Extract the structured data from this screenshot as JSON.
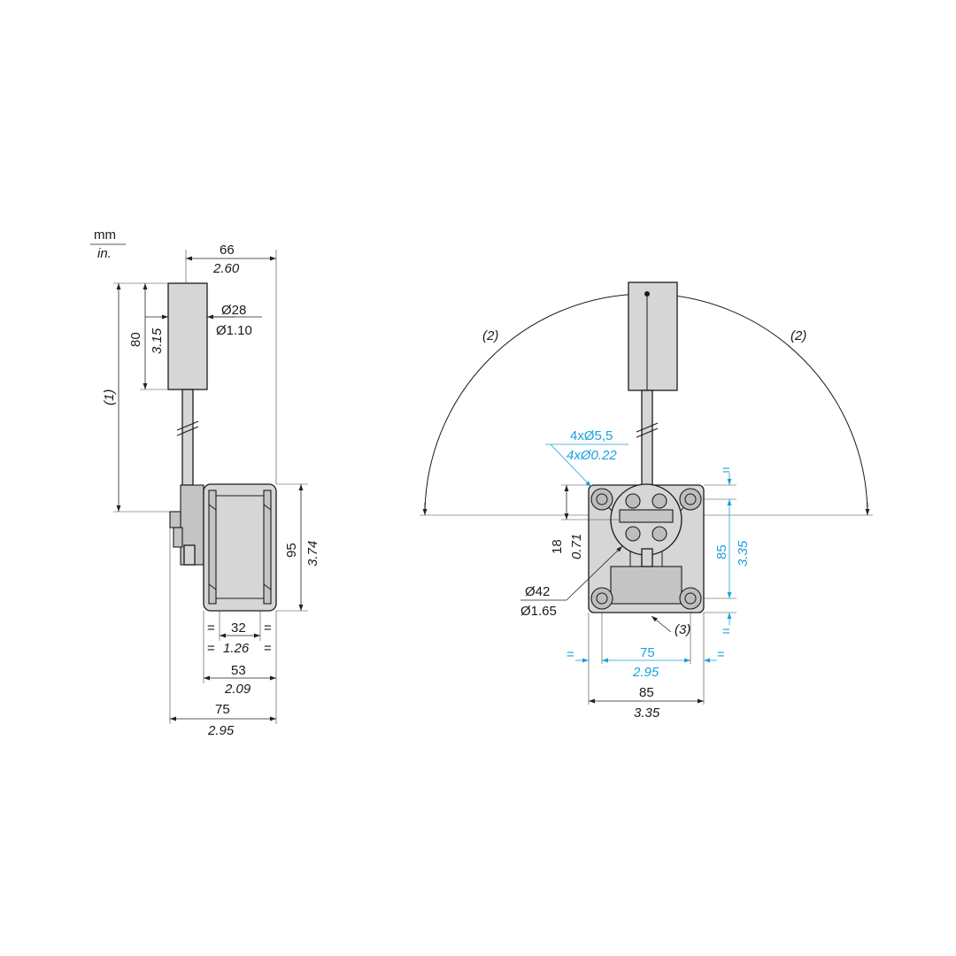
{
  "units": {
    "primary": "mm",
    "secondary": "in."
  },
  "side_view": {
    "overall_depth": {
      "mm": "66",
      "in": "2.60"
    },
    "rod_diameter": {
      "mm": "Ø28",
      "in": "Ø1.10"
    },
    "rod_length": {
      "mm": "80",
      "in": "3.15"
    },
    "adjustable_length_note": "(1)",
    "body_height": {
      "mm": "95",
      "in": "3.74"
    },
    "mount_spacing": {
      "mm": "32",
      "in": "1.26"
    },
    "body_width": {
      "mm": "53",
      "in": "2.09"
    },
    "overall_width": {
      "mm": "75",
      "in": "2.95"
    },
    "equal_mark": "="
  },
  "front_view": {
    "swing_note_left": "(2)",
    "swing_note_right": "(2)",
    "mount_holes": {
      "mm": "4xØ5,5",
      "in": "4xØ0.22"
    },
    "shaft_offset": {
      "mm": "18",
      "in": "0.71"
    },
    "hub_diameter": {
      "mm": "Ø42",
      "in": "Ø1.65"
    },
    "base_note": "(3)",
    "hole_spacing_h": {
      "mm": "75",
      "in": "2.95"
    },
    "body_width": {
      "mm": "85",
      "in": "3.35"
    },
    "body_height": {
      "mm": "85",
      "in": "3.35"
    },
    "equal_mark": "="
  },
  "colors": {
    "accent": "#1ba1dd",
    "line": "#1a1a1a",
    "fill": "#d6d6d6"
  }
}
